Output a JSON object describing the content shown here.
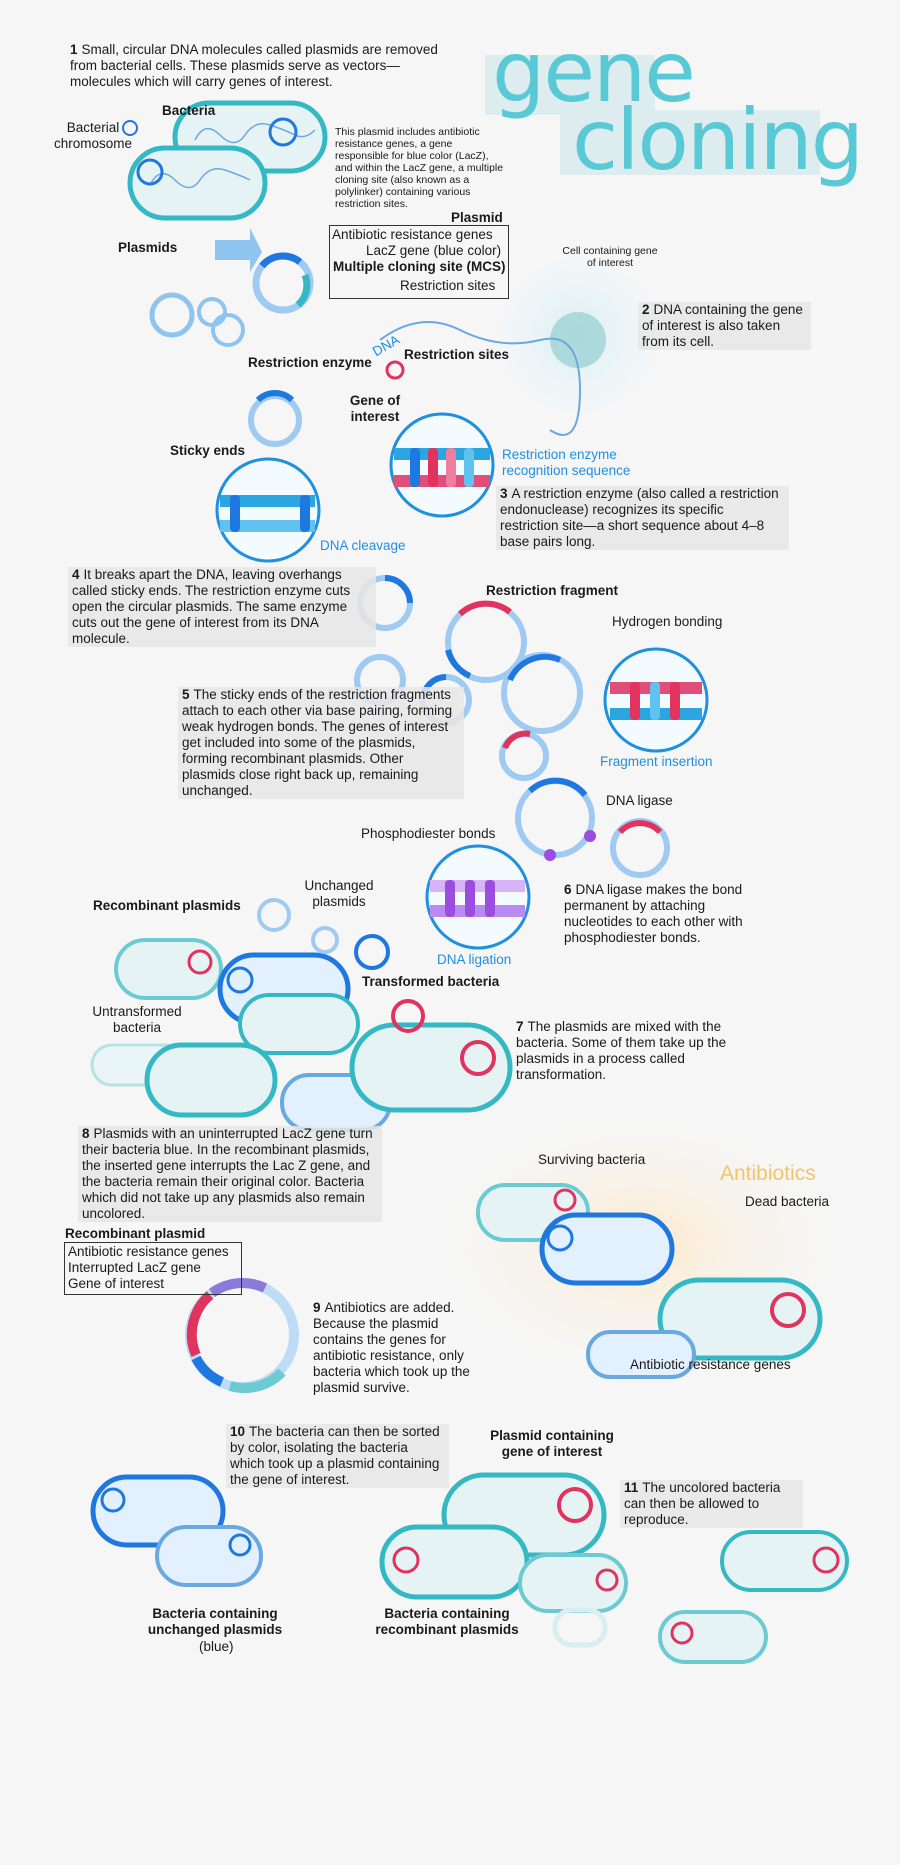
{
  "title": {
    "line1": "gene",
    "line2": "cloning"
  },
  "steps": [
    {
      "num": "1",
      "text": "Small, circular DNA molecules called plasmids are removed from bacterial cells. These plasmids serve as vectors—molecules which will carry genes of interest."
    },
    {
      "num": "",
      "text": "This plasmid includes antibiotic resistance genes, a gene responsible for blue color (LacZ), and within the LacZ gene, a multiple cloning site (also known as a polylinker) containing various restriction sites."
    },
    {
      "num": "2",
      "text": "DNA containing the gene of interest is also taken from its cell."
    },
    {
      "num": "3",
      "text": "A restriction enzyme (also called a restriction endonuclease) recognizes its specific restriction site—a short sequence about 4–8 base pairs long."
    },
    {
      "num": "4",
      "text": "It breaks apart the DNA, leaving overhangs called sticky ends. The restriction enzyme cuts open the circular plasmids. The same enzyme cuts out the gene of interest from its DNA molecule."
    },
    {
      "num": "5",
      "text": "The sticky ends of the restriction fragments attach to each other via base pairing, forming weak hydrogen bonds. The genes of interest get included into some of the plasmids, forming recombinant plasmids. Other plasmids close right back up, remaining unchanged."
    },
    {
      "num": "6",
      "text": "DNA ligase makes the bond permanent by attaching nucleotides to each other with phosphodiester bonds."
    },
    {
      "num": "7",
      "text": "The plasmids are mixed with the bacteria. Some of them take up the plasmids in a process called transformation."
    },
    {
      "num": "8",
      "text": "Plasmids with an uninterrupted LacZ gene turn their bacteria blue. In the recombinant plasmids, the inserted gene interrupts the Lac Z gene, and the bacteria remain their original color. Bacteria which did not take up any plasmids also remain uncolored."
    },
    {
      "num": "9",
      "text": "Antibiotics are added. Because the plasmid contains the genes for antibiotic resistance, only bacteria which took up the plasmid survive."
    },
    {
      "num": "10",
      "text": "The bacteria can then be sorted by color, isolating the bacteria which took up a plasmid containing the gene of interest."
    },
    {
      "num": "11",
      "text": "The uncolored bacteria can then be allowed to reproduce."
    }
  ],
  "labels": {
    "bacteria": "Bacteria",
    "bacterial_chromosome": "Bacterial chromosome",
    "plasmids": "Plasmids",
    "plasmid": "Plasmid",
    "antibiotic_resistance_genes": "Antibiotic resistance genes",
    "lacz_gene": "LacZ gene (blue color)",
    "mcs": "Multiple cloning site (MCS)",
    "restriction_sites": "Restriction sites",
    "cell_containing": "Cell containing gene of interest",
    "dna": "DNA",
    "restriction_enzyme": "Restriction enzyme",
    "restriction_sites2": "Restriction sites",
    "gene_of_interest": "Gene of interest",
    "sticky_ends": "Sticky ends",
    "recognition_sequence": "Restriction enzyme recognition sequence",
    "dna_cleavage": "DNA cleavage",
    "restriction_fragment": "Restriction fragment",
    "hydrogen_bonding": "Hydrogen bonding",
    "fragment_insertion": "Fragment insertion",
    "dna_ligase": "DNA ligase",
    "phosphodiester_bonds": "Phosphodiester bonds",
    "dna_ligation": "DNA ligation",
    "recombinant_plasmids": "Recombinant plasmids",
    "unchanged_plasmids": "Unchanged plasmids",
    "transformed_bacteria": "Transformed bacteria",
    "untransformed_bacteria": "Untransformed bacteria",
    "surviving_bacteria": "Surviving bacteria",
    "antibiotics": "Antibiotics",
    "dead_bacteria": "Dead bacteria",
    "antibiotic_resistance_genes2": "Antibiotic resistance genes",
    "recombinant_plasmid": "Recombinant plasmid",
    "rp_antibiotic": "Antibiotic resistance genes",
    "rp_lacz": "Interrupted LacZ gene",
    "rp_goi": "Gene of interest",
    "plasmid_containing": "Plasmid containing gene of interest",
    "unchanged_bacteria": "Bacteria containing unchanged plasmids",
    "blue": "(blue)",
    "recombinant_bacteria": "Bacteria containing recombinant plasmids"
  },
  "colors": {
    "teal": "#34b9c4",
    "blue": "#1f78e0",
    "light_blue": "#9fcaf2",
    "red": "#e0335e",
    "purple": "#9b4de0",
    "title": "#5ac9d6"
  }
}
